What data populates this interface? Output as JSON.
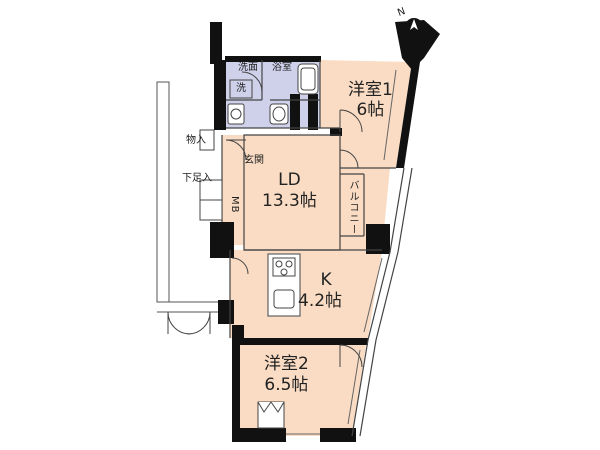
{
  "compass": {
    "north_label": "N"
  },
  "rooms": {
    "western_room_1": {
      "name": "洋室1",
      "size": "6帖"
    },
    "ld": {
      "name": "LD",
      "size": "13.3帖"
    },
    "kitchen": {
      "name": "K",
      "size": "4.2帖"
    },
    "western_room_2": {
      "name": "洋室2",
      "size": "6.5帖"
    }
  },
  "labels": {
    "washroom": "洗面",
    "bathroom": "浴室",
    "washer": "洗",
    "storage": "物入",
    "entrance": "玄関",
    "shoe_storage": "下足入",
    "mb": "MB",
    "balcony": "バルコニー"
  },
  "colors": {
    "room_fill": "#f9dcc3",
    "wet_fill": "#cfd0ea",
    "wall": "#111111",
    "line": "#555555"
  }
}
